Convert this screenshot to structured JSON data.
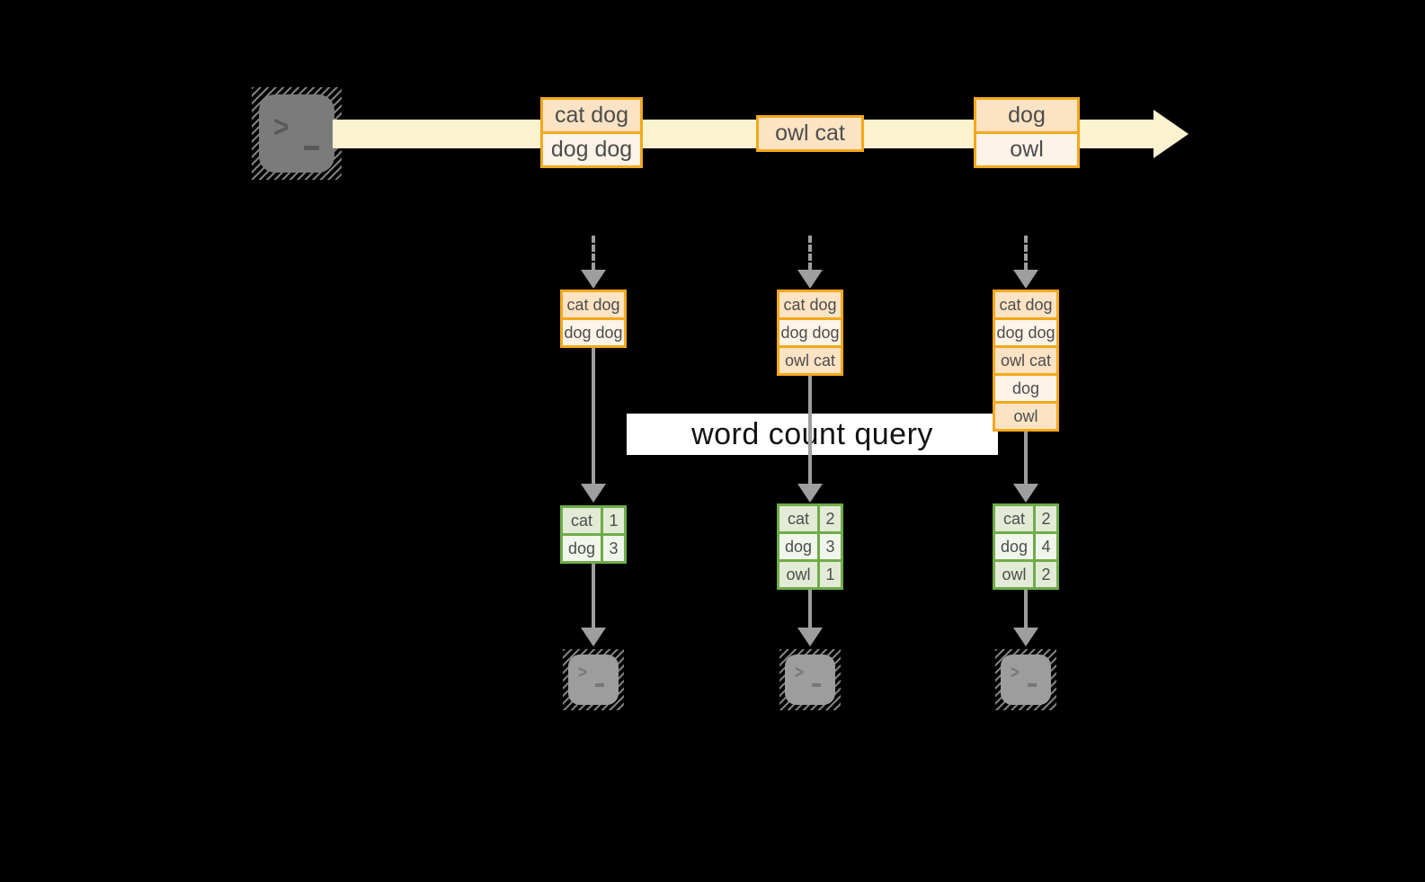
{
  "banner": {
    "label": "word count query"
  },
  "source_terminal": {
    "prompt": ">"
  },
  "sink_terminal": {
    "prompt": ">"
  },
  "stream": {
    "records": [
      {
        "lines": [
          "cat dog",
          "dog dog"
        ]
      },
      {
        "lines": [
          "owl cat"
        ]
      },
      {
        "lines": [
          "dog",
          "owl"
        ]
      }
    ]
  },
  "columns": [
    {
      "state_rows": [
        "cat dog",
        "dog dog"
      ],
      "count_table": {
        "rows": [
          {
            "word": "cat",
            "count": "1"
          },
          {
            "word": "dog",
            "count": "3"
          }
        ]
      }
    },
    {
      "state_rows": [
        "cat dog",
        "dog dog",
        "owl cat"
      ],
      "count_table": {
        "rows": [
          {
            "word": "cat",
            "count": "2"
          },
          {
            "word": "dog",
            "count": "3"
          },
          {
            "word": "owl",
            "count": "1"
          }
        ]
      }
    },
    {
      "state_rows": [
        "cat dog",
        "dog dog",
        "owl cat",
        "dog",
        "owl"
      ],
      "count_table": {
        "rows": [
          {
            "word": "cat",
            "count": "2"
          },
          {
            "word": "dog",
            "count": "4"
          },
          {
            "word": "owl",
            "count": "2"
          }
        ]
      }
    }
  ],
  "colors": {
    "background": "#000000",
    "stream_fill": "#FBF2CF",
    "box_border": "#F3A81D",
    "box_fill_dark": "#FBE3C4",
    "box_fill_light": "#FDF3E7",
    "table_border": "#6FAC49",
    "table_fill_dark": "#E3EBD6",
    "table_fill_light": "#F1F6EC",
    "arrow_gray": "#9E9E9E",
    "terminal_dark": "#7B7B7B",
    "terminal_light": "#9D9D9D",
    "banner_bg": "#FFFFFF",
    "text": "#4D4D4D"
  }
}
